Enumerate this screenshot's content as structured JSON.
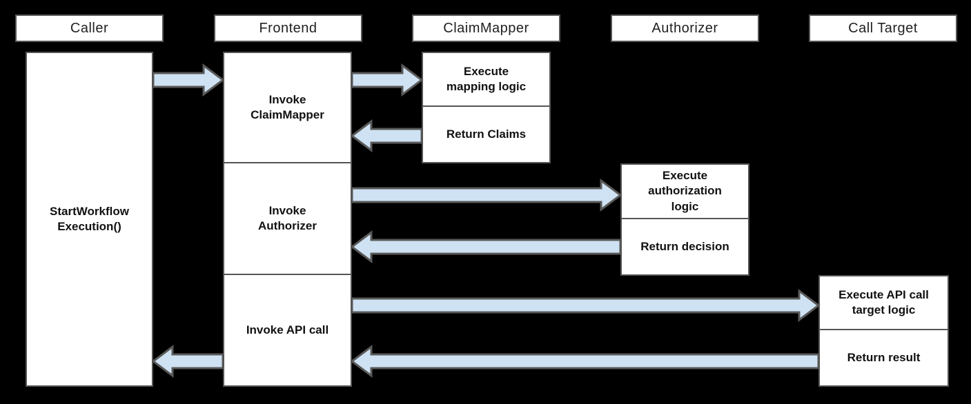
{
  "diagram": {
    "type": "sequence-diagram",
    "lanes": [
      {
        "id": "caller",
        "label": "Caller"
      },
      {
        "id": "frontend",
        "label": "Frontend"
      },
      {
        "id": "claimmapper",
        "label": "ClaimMapper"
      },
      {
        "id": "authorizer",
        "label": "Authorizer"
      },
      {
        "id": "call-target",
        "label": "Call Target"
      }
    ],
    "activities": {
      "caller": [
        "StartWorkflow\nExecution()"
      ],
      "frontend": [
        "Invoke\nClaimMapper",
        "Invoke\nAuthorizer",
        "Invoke API call"
      ],
      "claimmapper": [
        "Execute\nmapping logic",
        "Return Claims"
      ],
      "authorizer": [
        "Execute\nauthorization\nlogic",
        "Return decision"
      ],
      "call_target": [
        "Execute API call\ntarget logic",
        "Return result"
      ]
    },
    "flows": [
      {
        "from": "Caller",
        "to": "Frontend"
      },
      {
        "from": "Frontend",
        "to": "ClaimMapper"
      },
      {
        "from": "ClaimMapper",
        "to": "Frontend"
      },
      {
        "from": "Frontend",
        "to": "Authorizer"
      },
      {
        "from": "Authorizer",
        "to": "Frontend"
      },
      {
        "from": "Frontend",
        "to": "Call Target"
      },
      {
        "from": "Call Target",
        "to": "Frontend"
      },
      {
        "from": "Frontend",
        "to": "Caller"
      }
    ],
    "colors": {
      "background": "#000000",
      "box_fill": "#ffffff",
      "box_border": "#555555",
      "arrow_fill": "#cfe2f3",
      "arrow_stroke": "#595959",
      "header_text": "#212121",
      "label_text": "#111111"
    }
  }
}
